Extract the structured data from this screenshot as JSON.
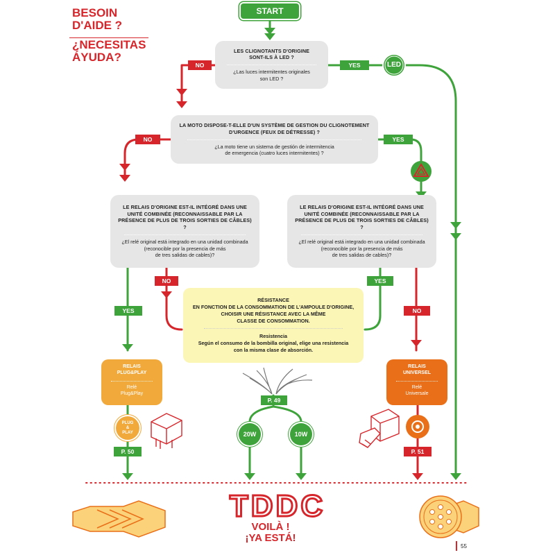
{
  "colors": {
    "red": "#d7262b",
    "green": "#3ea33a",
    "gray_box": "#e6e6e6",
    "yellow_box": "#fbf6b5",
    "relay_plug": "#f2a93b",
    "relay_univ": "#e96f18",
    "dots": "#d7262b"
  },
  "help": {
    "fr": "BESOIN D'AIDE ?",
    "es": "¿NECESITAS ÁYUDA?"
  },
  "start": "START",
  "q1": {
    "fr": "LES CLIGNOTANTS D'ORIGINE\nSONT-ILS À LED ?",
    "es": "¿Las luces intermitentes originales\nson LED ?"
  },
  "q2": {
    "fr": "LA MOTO DISPOSE-T-ELLE D'UN SYSTÈME DE GESTION DU CLIGNOTEMENT\nD'URGENCE (FEUX DE DÉTRESSE) ?",
    "es": "¿La moto tiene un sistema de gestión de intermitencia\nde emergencia (cuatro luces intermitentes) ?"
  },
  "q3": {
    "fr": "LE RELAIS D'ORIGINE EST-IL INTÉGRÉ DANS UNE\nUNITÉ COMBINÉE (RECONNAISSABLE PAR LA\nPRÉSENCE DE PLUS DE TROIS SORTIES DE CÂBLES) ?",
    "es": "¿El relé original está integrado en una unidad combinada\n(reconocible por la presencia de más\nde tres salidas de cables)?"
  },
  "labels": {
    "no": "NO",
    "yes": "YES",
    "yes_es": "YES"
  },
  "led_badge": "LED",
  "resistance": {
    "fr": "RÉSISTANCE\nEN FONCTION DE LA CONSOMMATION DE L'AMPOULE D'ORIGINE,\nCHOISIR UNE RÉSISTANCE AVEC LA MÊME\nCLASSE DE CONSOMMATION.",
    "es": "Resistencia\nSegún el consumo de la bombilla original, elige una resistencia\ncon la misma clase de absorción."
  },
  "relay_plug": {
    "title": "RELAIS\nPLUG&PLAY",
    "sub": "Relé\nPlug&Play",
    "badge": "PLUG\n&\nPLAY",
    "page": "P. 50"
  },
  "relay_univ": {
    "title": "RELAIS\nUNIVERSEL",
    "sub": "Relé\nUniversale",
    "page": "P. 51"
  },
  "resist_page": "P. 49",
  "watt_20": "20W",
  "watt_10": "10W",
  "logo": "TDDC",
  "final": {
    "fr": "VOILÀ !",
    "es": "¡YA ESTÁ!"
  },
  "page_number": "55"
}
